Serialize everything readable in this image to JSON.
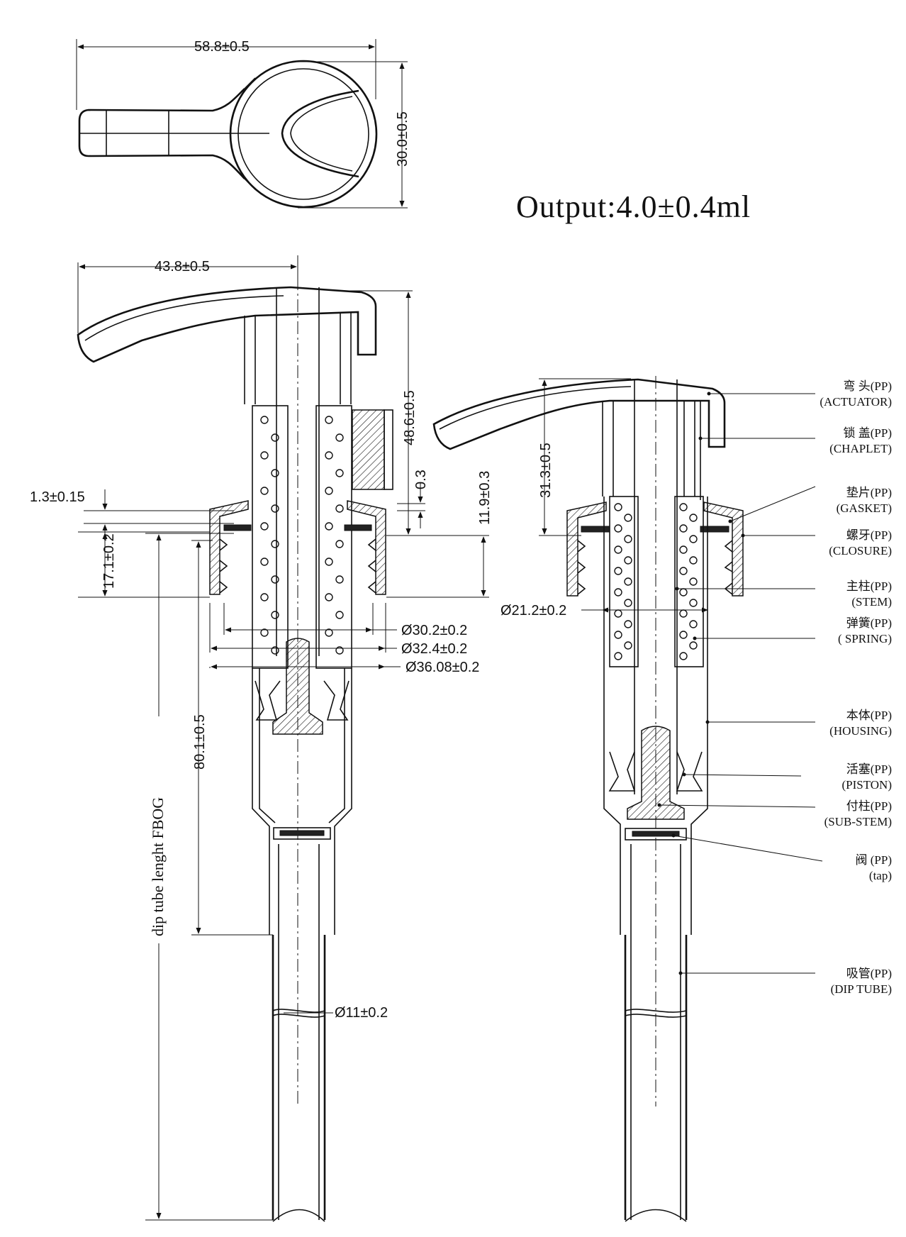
{
  "output_spec": "Output:4.0±0.4ml",
  "top_view": {
    "width_dim": "58.8±0.5",
    "height_dim": "30.0±0.5"
  },
  "side_view": {
    "dims": {
      "actuator_reach": "43.8±0.5",
      "height_total": "48.6±0.5",
      "lock_gap": "0.3",
      "gasket_thickness": "1.3±0.15",
      "closure_height": "17.1±0.2",
      "closure_depth": "11.9±0.3",
      "d_inner": "Ø30.2±0.2",
      "d_mid": "Ø32.4±0.2",
      "d_outer": "Ø36.08±0.2",
      "body_length": "80.1±0.5",
      "dip_tube_diameter": "Ø11±0.2",
      "dip_tube_length": "dip tube lenght FBOG"
    }
  },
  "section_view": {
    "dims": {
      "stroke": "31.3±0.5",
      "stem_diameter": "Ø21.2±0.2"
    },
    "parts": [
      {
        "cn": "弯 头(PP)",
        "en": "(ACTUATOR)"
      },
      {
        "cn": "锁 盖(PP)",
        "en": "(CHAPLET)"
      },
      {
        "cn": "垫片(PP)",
        "en": "(GASKET)"
      },
      {
        "cn": "螺牙(PP)",
        "en": "(CLOSURE)"
      },
      {
        "cn": "主柱(PP)",
        "en": "(STEM)"
      },
      {
        "cn": "弹簧(PP)",
        "en": "( SPRING)"
      },
      {
        "cn": "本体(PP)",
        "en": "(HOUSING)"
      },
      {
        "cn": "活塞(PP)",
        "en": "(PISTON)"
      },
      {
        "cn": "付柱(PP)",
        "en": "(SUB-STEM)"
      },
      {
        "cn": "阀 (PP)",
        "en": "(tap)"
      },
      {
        "cn": "吸管(PP)",
        "en": "(DIP TUBE)"
      }
    ]
  }
}
